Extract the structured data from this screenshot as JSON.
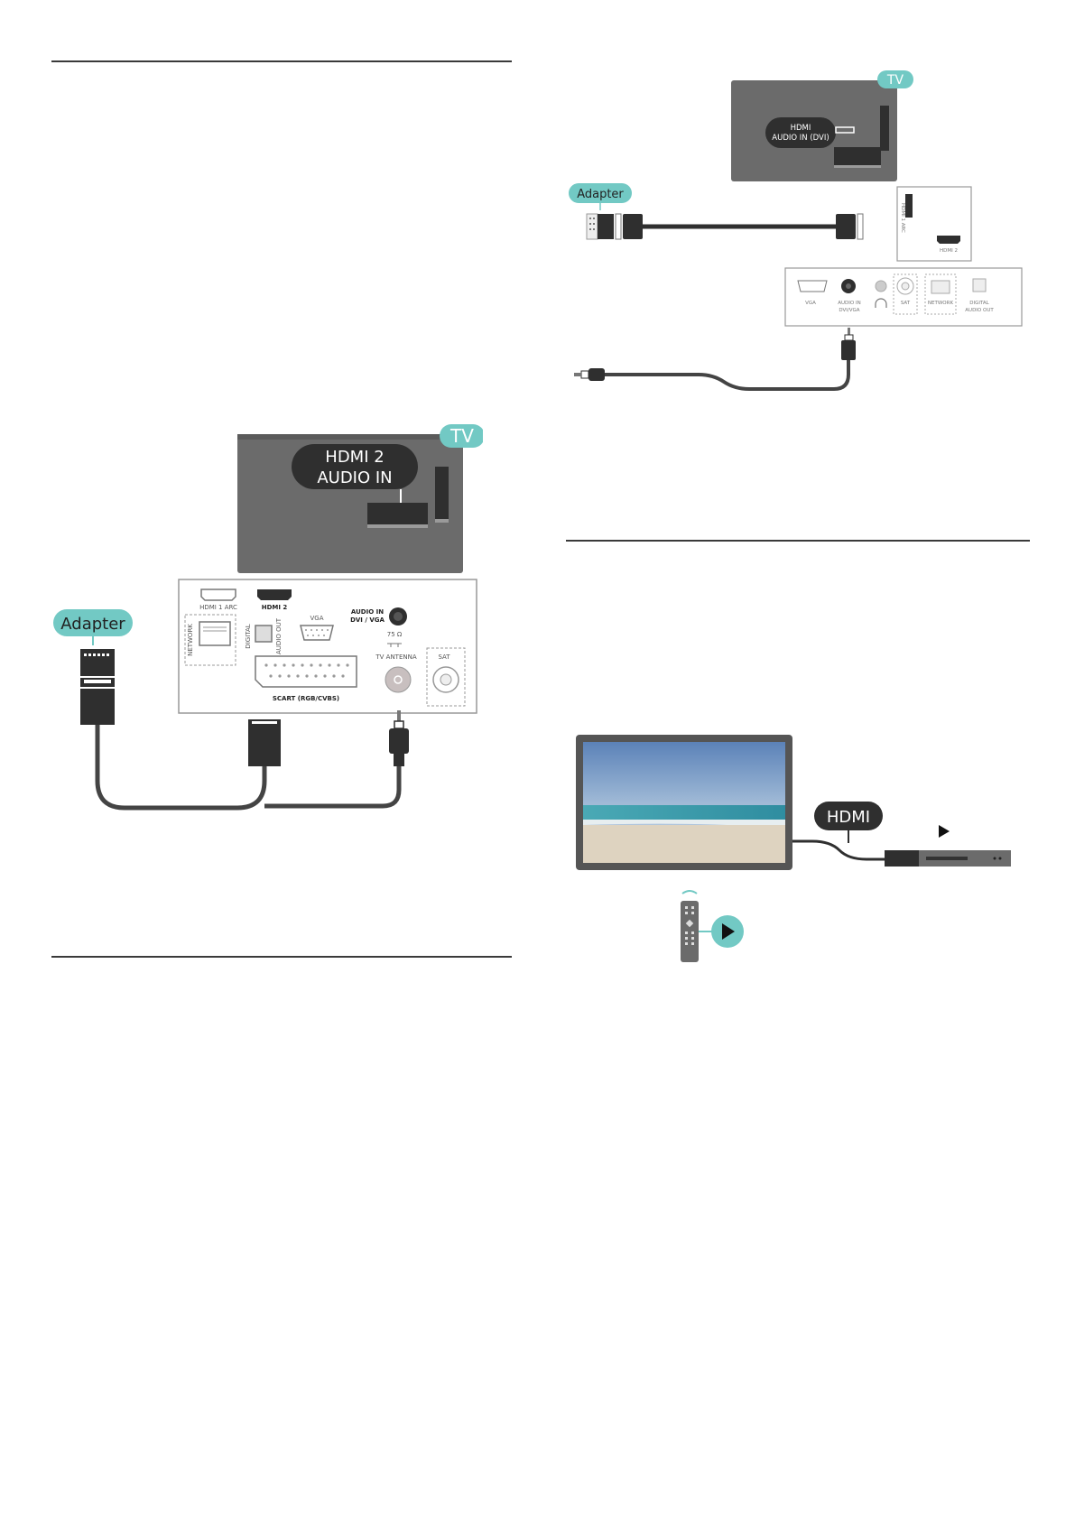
{
  "figure1": {
    "tv_tag": "TV",
    "callout_line1": "HDMI 2",
    "callout_line2": "AUDIO IN",
    "adapter_tag": "Adapter",
    "ports": {
      "hdmi1_arc": "HDMI 1 ARC",
      "hdmi2": "HDMI 2",
      "vga": "VGA",
      "audio_in_line1": "AUDIO IN",
      "audio_in_line2": "DVI / VGA",
      "network": "NETWORK",
      "digital": "DIGITAL",
      "audio_out": "AUDIO OUT",
      "ohm": "75 Ω",
      "tv_antenna": "TV ANTENNA",
      "sat": "SAT",
      "scart": "SCART (RGB/CVBS)"
    }
  },
  "figure2": {
    "tv_tag": "TV",
    "callout_line1": "HDMI",
    "callout_line2": "AUDIO IN (DVI)",
    "adapter_tag": "Adapter",
    "ports": {
      "hdmi1_arc": "HDMI 1 ARC",
      "hdmi2": "HDMI 2",
      "vga": "VGA",
      "audio_in_line1": "AUDIO IN",
      "audio_in_line2": "DVI/VGA",
      "sat": "SAT",
      "network": "NETWORK",
      "digital_line1": "DIGITAL",
      "digital_line2": "AUDIO OUT"
    }
  },
  "figure3": {
    "hdmi_tag": "HDMI"
  },
  "colors": {
    "teal": "#72c9c4",
    "dark_plug": "#2f2f2f",
    "tv_back": "#6b6b6b",
    "cable": "#444444"
  }
}
